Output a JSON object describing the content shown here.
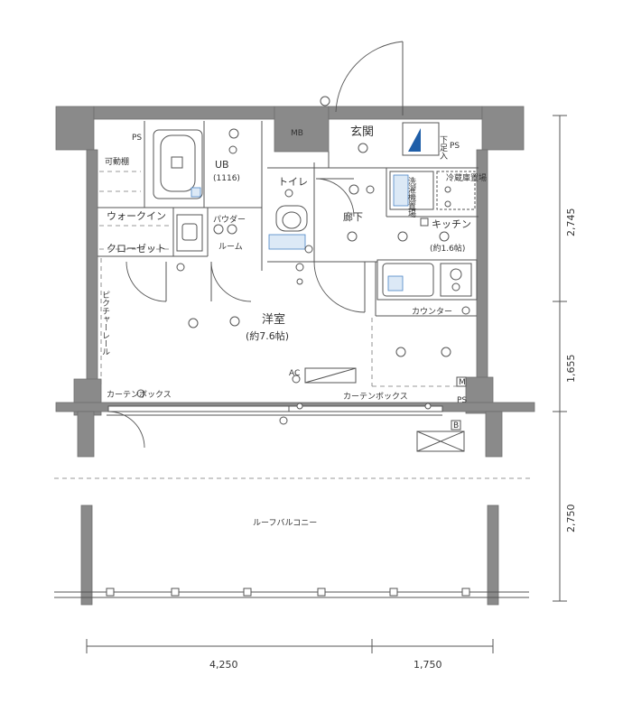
{
  "labels": {
    "ps_tl": "PS",
    "mb": "MB",
    "genkan": "玄関",
    "shita_iri": "下足入",
    "ps_tr": "PS",
    "kadoudana": "可動棚",
    "ub": "UB",
    "ub_size": "(1116)",
    "toilet": "トイレ",
    "rouka": "廊下",
    "sentakuki": "洗濯機置場",
    "reizouko": "冷蔵庫置場",
    "walkin": "ウォークイン",
    "closet": "クローゼット",
    "powder1": "パウダー",
    "powder2": "ルーム",
    "kitchen": "キッチン",
    "kitchen_size": "(約1.6帖)",
    "counter": "カウンター",
    "youshitsu": "洋室",
    "youshitsu_size": "(約7.6帖)",
    "curtain_l": "カーテンボックス",
    "curtain_r": "カーテンボックス",
    "ps_br": "PS",
    "ac": "AC",
    "m_mark": "M",
    "b_mark": "B",
    "vertical_note": "ピクチャーレール",
    "balcony": "ルーフバルコニー"
  },
  "dimensions": {
    "right_top": "2,745",
    "right_mid": "1,655",
    "right_bot": "2,750",
    "bottom_left": "4,250",
    "bottom_right": "1,750"
  }
}
